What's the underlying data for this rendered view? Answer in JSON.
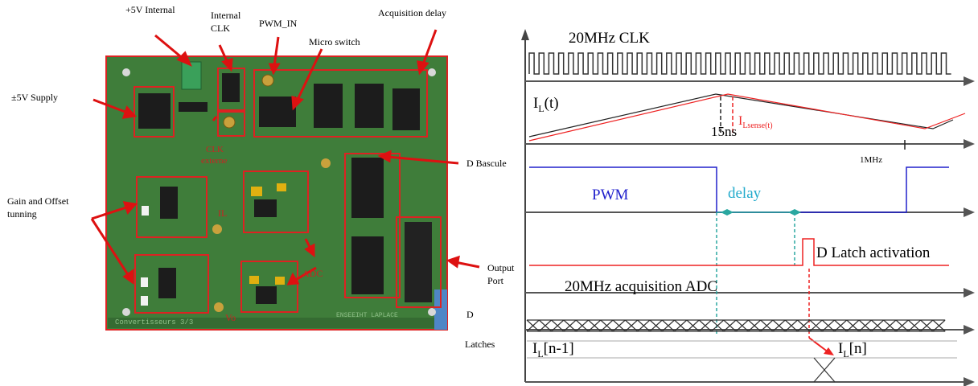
{
  "board": {
    "labels": {
      "supply5v_internal": "+5V Internal",
      "internal_clk_1": "Internal",
      "internal_clk_2": "CLK",
      "pwm_in": "PWM_IN",
      "micro_switch": "Micro switch",
      "acq_delay": "Acquisition delay",
      "supply_pm5v": "±5V Supply",
      "gain_offset_1": "Gain and Offset",
      "gain_offset_2": "tunning",
      "d_bascule": "D Bascule",
      "output_port_1": "Output",
      "output_port_2": "Port",
      "d_latches_1": "D",
      "d_latches_2": "Latches",
      "clk_externe_1": "CLK",
      "clk_externe_2": "externe",
      "il": "IL",
      "adc": "ADC",
      "vo": "Vo",
      "silk_left": "Convertisseurs 3/3",
      "silk_right": "ENSEEIHT LAPLACE"
    },
    "colors": {
      "pcb": "#3f7d3a",
      "outline": "#dd2222",
      "arrow": "#dd1111",
      "chip": "#1c1c1c",
      "connector": "#3aa05a"
    }
  },
  "timing": {
    "labels": {
      "clk": "20MHz CLK",
      "il_main": "I",
      "il_sub": "L",
      "il_tail": "(t)",
      "ilsense_main": "I",
      "ilsense_sub": "Lsense(t)",
      "ns15": "15ns",
      "mhz1": "1MHz",
      "pwm": "PWM",
      "delay": "delay",
      "latch": "D Latch activation",
      "acq": "20MHz acquisition ADC",
      "iln1_main": "I",
      "iln1_sub": "L",
      "iln1_tail": "[n-1]",
      "iln_main": "I",
      "iln_sub": "L",
      "iln_tail": "[n]"
    },
    "colors": {
      "axis": "#555555",
      "blue": "#2020cc",
      "red": "#ee2222",
      "teal": "#2aa7a0",
      "cyan": "#22aacc"
    }
  }
}
